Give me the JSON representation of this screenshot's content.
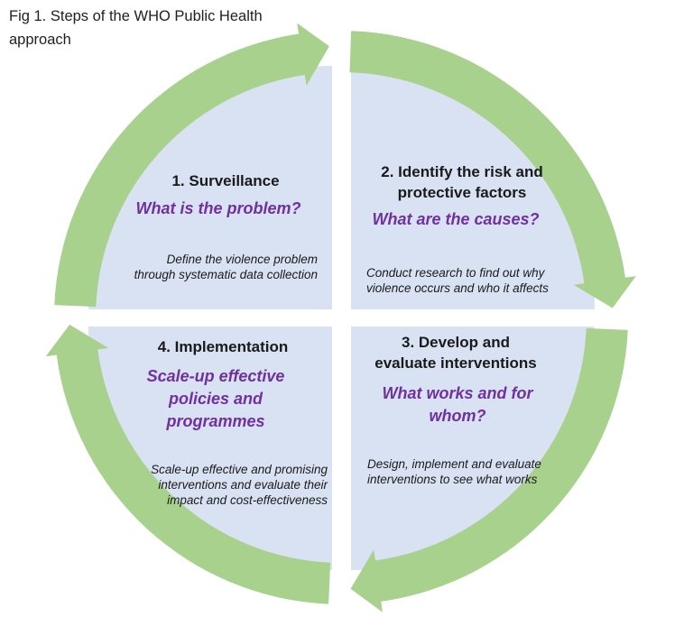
{
  "caption": "Fig 1. Steps of the WHO Public Health\napproach",
  "colors": {
    "arrow_green": "#a9d18e",
    "quadrant_blue": "#d9e2f3",
    "question_purple": "#7030a0",
    "text_black": "#1a1a1a"
  },
  "steps": [
    {
      "title": "1. Surveillance",
      "question": "What is the problem?",
      "description": "Define the violence problem\nthrough systematic data collection"
    },
    {
      "title": "2. Identify the risk and\nprotective factors",
      "question": "What are the causes?",
      "description": "Conduct research to find out why\nviolence occurs and who it affects"
    },
    {
      "title": "3. Develop and\nevaluate interventions",
      "question": "What works and for\nwhom?",
      "description": "Design, implement and evaluate\ninterventions to see what works"
    },
    {
      "title": "4. Implementation",
      "question": "Scale-up effective\npolicies and\nprogrammes",
      "description": "Scale-up effective and promising\ninterventions and evaluate their\nimpact and cost-effectiveness"
    }
  ]
}
